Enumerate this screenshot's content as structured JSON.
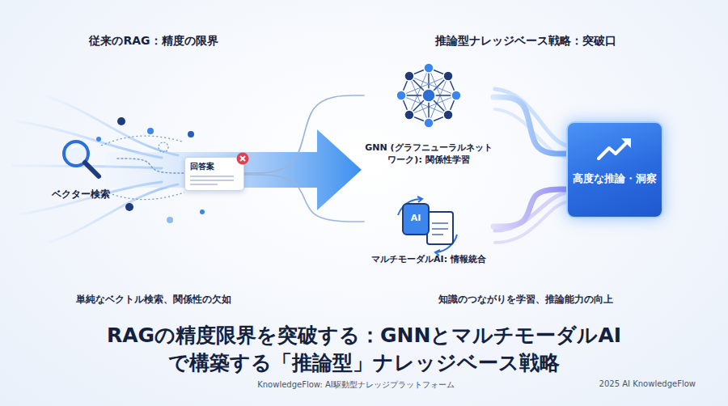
{
  "diagram": {
    "title": "RAGの精度限界を突破する：GNNとマルチモーダルAI で構築する「推論型」ナレッジベース戦略",
    "nodes": [
      {
        "text": [
          "ベクター検索"
        ]
      },
      {
        "text": [
          "回答案"
        ]
      },
      {
        "text": [
          "GNN (グラフニューラルネットワーク): 関係性学習"
        ]
      },
      {
        "text": [
          "マルチモーダルAI: 情報統合"
        ]
      },
      {
        "text": [
          "高度な推論・洞察"
        ]
      }
    ],
    "edges": [
      {
        "from": 0,
        "to": 1,
        "arrow": "none"
      },
      {
        "from": 1,
        "to": 2,
        "arrow": "none"
      },
      {
        "from": 1,
        "to": 3,
        "arrow": "none"
      },
      {
        "from": 2,
        "to": 4,
        "arrow": "none"
      },
      {
        "from": 3,
        "to": 4,
        "arrow": "none"
      }
    ],
    "labels": [
      "従来のRAG：精度の限界",
      "推論型ナレッジベース戦略：突破口",
      "AI",
      "単純なベクトル検索、関係性の欠如",
      "知識のつながりを学習、推論能力の向上",
      "KnowledgeFlow: AI駆動型ナレッジプラットフォーム",
      "2025 AI KnowledgeFlow"
    ]
  }
}
